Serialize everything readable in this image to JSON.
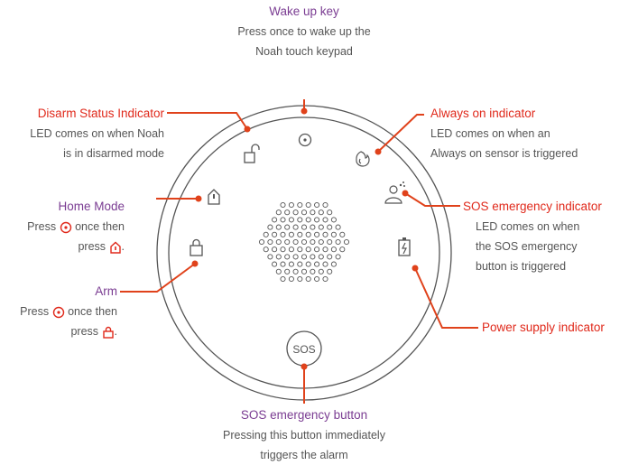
{
  "wake_up": {
    "title": "Wake up key",
    "desc1": "Press once to wake up the",
    "desc2": "Noah touch keypad"
  },
  "disarm": {
    "title": "Disarm Status Indicator",
    "desc1": "LED comes on when Noah",
    "desc2": "is in disarmed mode"
  },
  "always_on": {
    "title": "Always on indicator",
    "desc1": "LED comes on when an",
    "desc2": "Always on sensor is triggered"
  },
  "home_mode": {
    "title": "Home Mode",
    "desc1_a": "Press",
    "desc1_b": "once then",
    "desc2_a": "press",
    "desc2_b": "."
  },
  "sos_indicator": {
    "title": "SOS emergency indicator",
    "desc1": "LED comes on when",
    "desc2": "the SOS emergency",
    "desc3": "button is triggered"
  },
  "arm": {
    "title": "Arm",
    "desc1_a": "Press",
    "desc1_b": "once then",
    "desc2_a": "press",
    "desc2_b": "."
  },
  "power": {
    "title": "Power supply indicator"
  },
  "sos_button": {
    "label": "SOS",
    "title": "SOS emergency button",
    "desc1": "Pressing this button immediately",
    "desc2": "triggers the alarm"
  },
  "colors": {
    "purple": "#7a3c92",
    "red": "#e0291b",
    "line": "#e0421b",
    "device": "#555555"
  },
  "icons": [
    "wake-up-key-icon",
    "unlock-icon",
    "flame-icon",
    "home-icon",
    "sos-person-icon",
    "lock-icon",
    "battery-icon"
  ]
}
